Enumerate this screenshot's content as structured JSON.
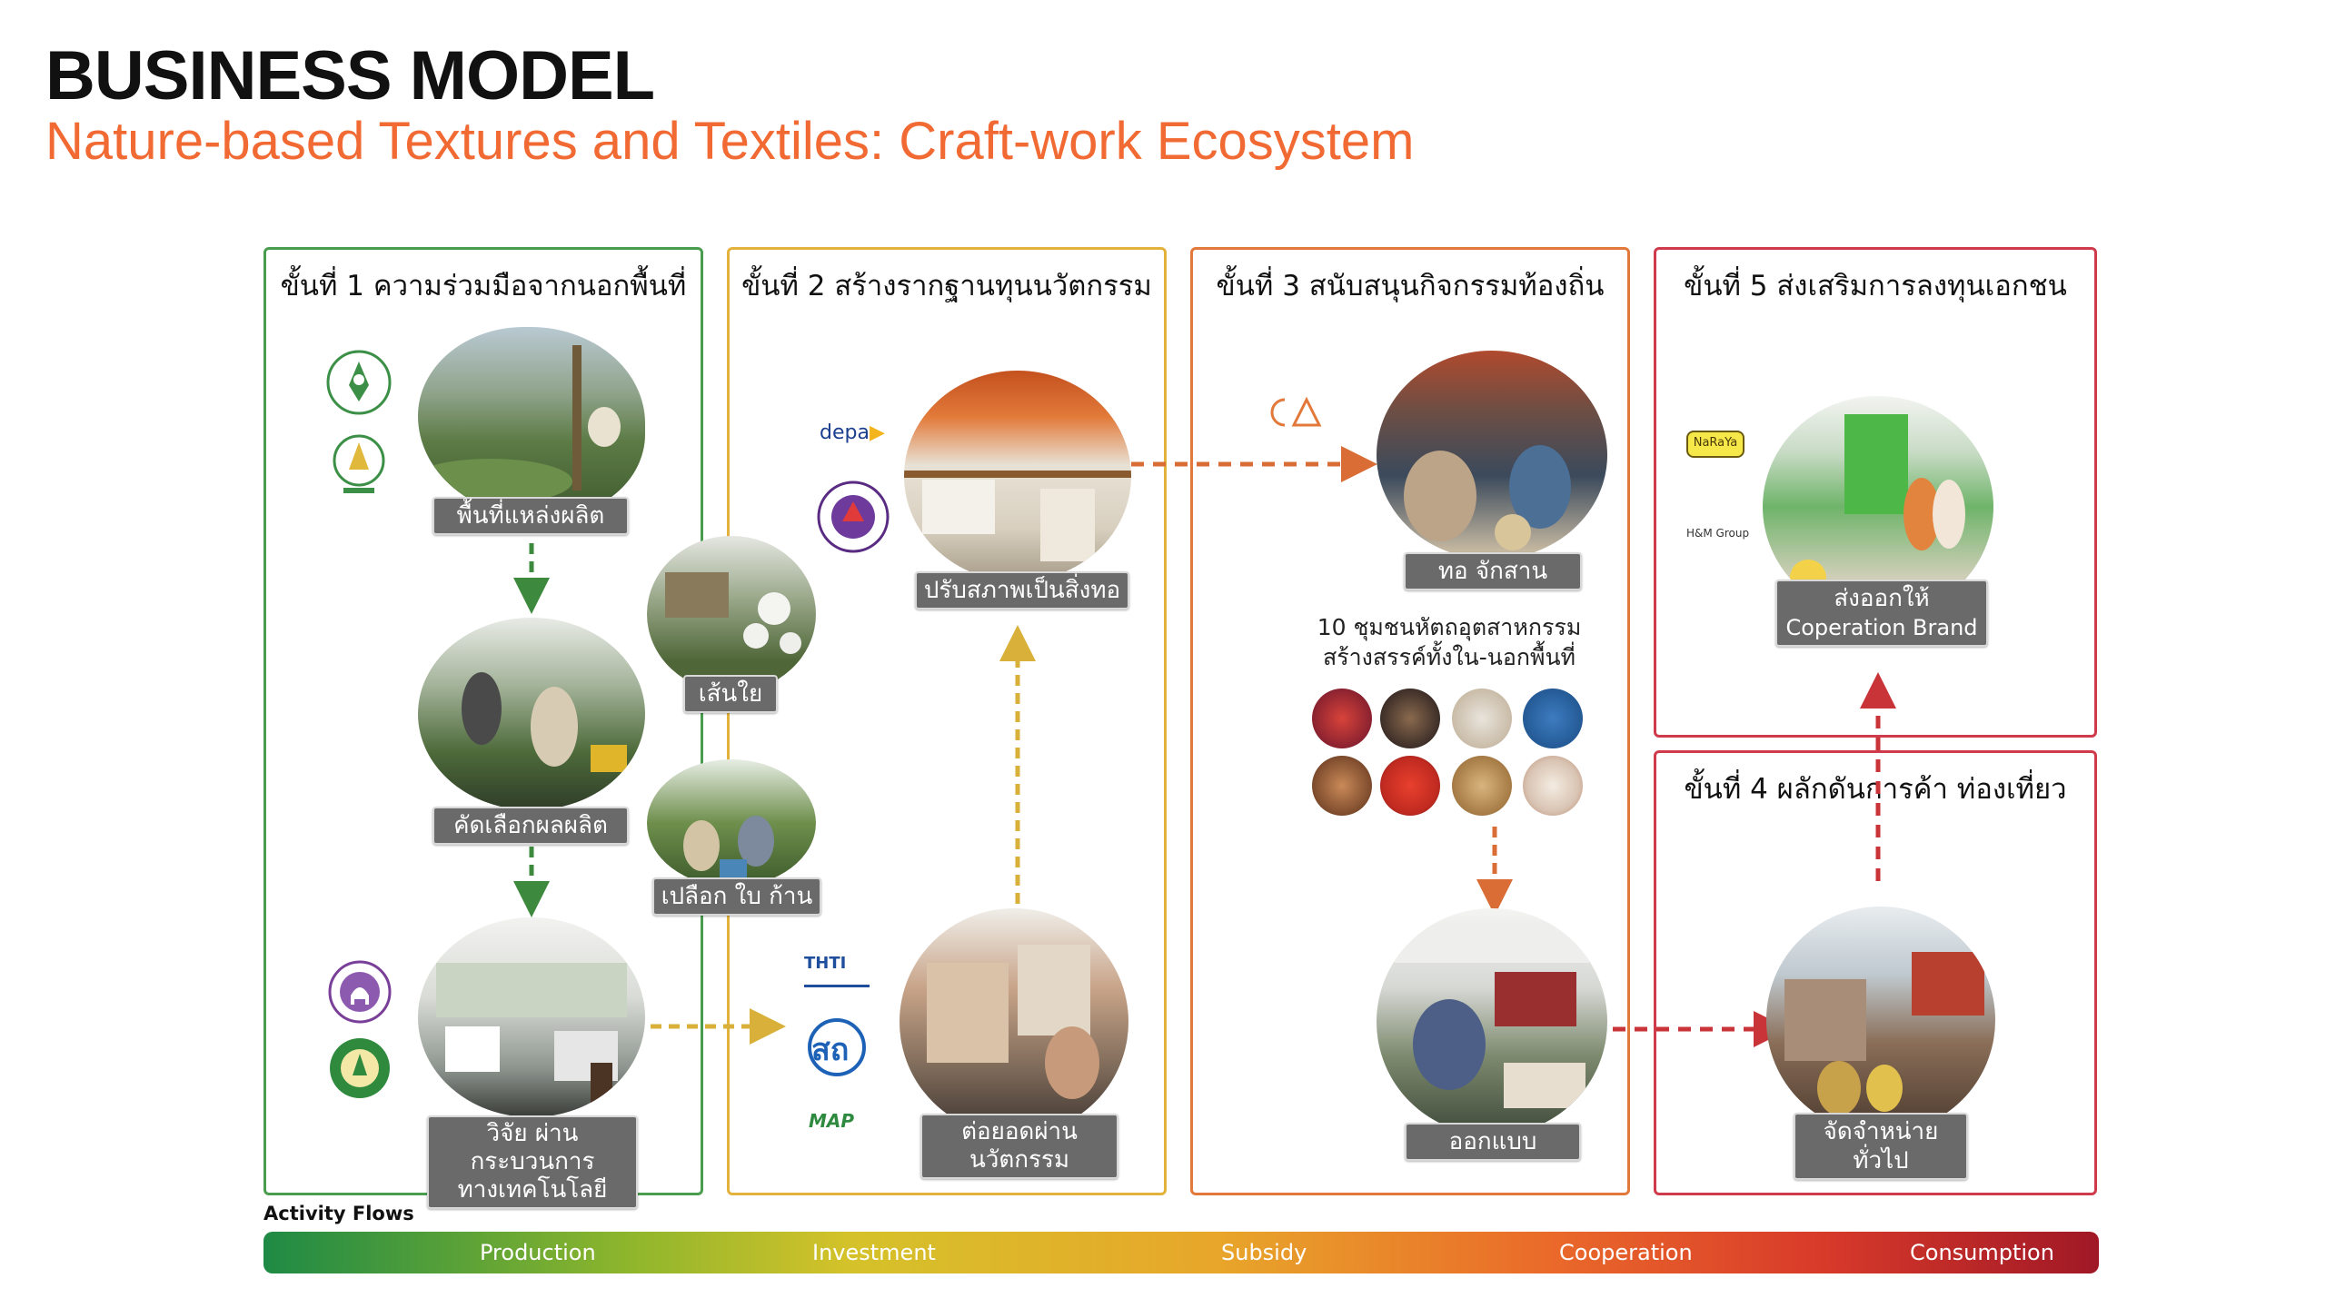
{
  "header": {
    "title": "BUSINESS MODEL",
    "subtitle": "Nature-based Textures and Textiles: Craft-work Ecosystem"
  },
  "colors": {
    "green": "#4a9d4f",
    "yellow": "#e3b23c",
    "orange": "#e2793a",
    "red": "#d03b4b",
    "label_bg": "#6a6a6a",
    "accent": "#f26a33"
  },
  "stages": {
    "s1": "ขั้นที่ 1 ความร่วมมือจากนอกพื้นที่",
    "s2": "ขั้นที่ 2 สร้างรากฐานทุนนวัตกรรม",
    "s3": "ขั้นที่ 3 สนับสนุนกิจกรรมท้องถิ่น",
    "s5": "ขั้นที่ 5 ส่งเสริมการลงทุนเอกชน",
    "s4": "ขั้นที่ 4 ผลักดันการค้า ท่องเที่ยว"
  },
  "nodes": {
    "source_area": "พื้นที่แหล่งผลิต",
    "fiber": "เส้นใย",
    "sorting": "คัดเลือกผลผลิต",
    "peeling": "เปลือก ใบ ก้าน",
    "research_l1": "วิจัย ผ่านกระบวนการ",
    "research_l2": "ทางเทคโนโลยี",
    "improve": "ปรับสภาพเป็นสิ่งทอ",
    "innovation_l1": "ต่อยอดผ่าน",
    "innovation_l2": "นวัตกรรม",
    "weave": "ทอ จักสาน",
    "design": "ออกแบบ",
    "export_l1": "ส่งออกให้",
    "export_l2": "Coperation Brand",
    "distribute": "จัดจำหน่ายทั่วไป"
  },
  "communities": {
    "line1": "10 ชุมชนหัตถอุตสาหกรรม",
    "line2": "สร้างสรรค์ทั้งใน-นอกพื้นที่"
  },
  "logos": {
    "depa": "depa",
    "thti": "THTI",
    "sor": "สถ",
    "map": "MAP",
    "cea": "CEA",
    "naraya": "NaRaYa",
    "hm": "H&M Group"
  },
  "legend": {
    "title": "Activity Flows",
    "items": [
      "Production",
      "Investment",
      "Subsidy",
      "Cooperation",
      "Consumption"
    ]
  }
}
